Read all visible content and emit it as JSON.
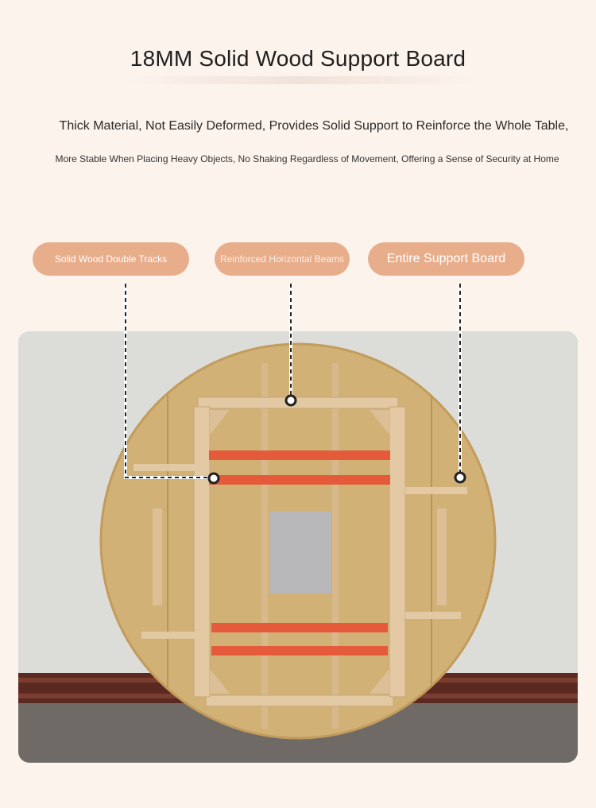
{
  "header": {
    "title": "18MM Solid Wood Support Board",
    "subtitle_line1": "Thick Material, Not Easily Deformed, Provides Solid Support to Reinforce the Whole Table,",
    "subtitle_line2": "More Stable When Placing Heavy Objects, No Shaking Regardless of Movement, Offering a Sense of Security at Home"
  },
  "callouts": [
    {
      "label": "Solid Wood Double Tracks"
    },
    {
      "label": "Reinforced Horizontal Beams"
    },
    {
      "label": "Entire Support Board"
    }
  ],
  "colors": {
    "background": "#fcf3ec",
    "pill": "#e8ae8c",
    "tabletop": "#d2b176",
    "frame_wood": "#e2c9a4",
    "rail_red": "#e45a3b"
  }
}
